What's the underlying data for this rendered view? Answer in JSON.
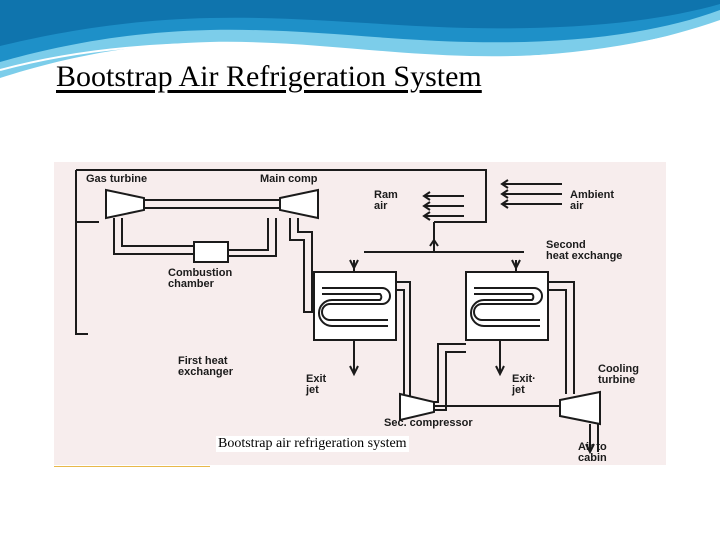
{
  "slide": {
    "title": "Bootstrap Air Refrigeration System",
    "caption": "Bootstrap air refrigeration system"
  },
  "diagram": {
    "labels": {
      "gas_turbine": "Gas turbine",
      "main_comp": "Main comp",
      "ram_air": "Ram\nair",
      "ambient_air": "Ambient\nair",
      "second_heat_exchange": "Second\nheat exchange",
      "combustion_chamber": "Combustion\nchamber",
      "first_heat_exchanger": "First heat\nexchanger",
      "exit_jet_left": "Exit\njet",
      "exit_jet_right": "Exit·\njet",
      "cooling_turbine": "Cooling\nturbine",
      "sec_compressor": "Sec. compressor",
      "air_to_cabin": "Air to\ncabin"
    }
  },
  "colors": {
    "wave_dark": "#1e90c8",
    "wave_light": "#7ccdea",
    "figure_background": "#f7eded",
    "line": "#1b1b1b",
    "caption_rule": "#e8b84a"
  }
}
